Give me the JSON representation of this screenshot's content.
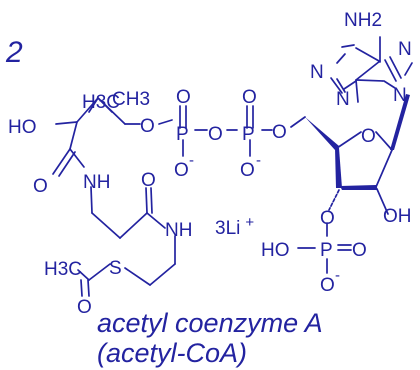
{
  "compound": {
    "number": "2",
    "name_line1": "acetyl coenzyme A",
    "name_line2": "(acetyl-CoA)",
    "counterion": "3Li",
    "counterion_charge": "+"
  },
  "atoms": {
    "nh2": "NH2",
    "h3c_gem": "H3C",
    "ch3_gem": "CH3",
    "ho": "HO",
    "o_ether": "O",
    "p1": "P",
    "p1_o_top": "O",
    "p1_o_bottom": "O",
    "o_bridge": "O",
    "p2": "P",
    "p2_o_top": "O",
    "p2_o_bottom": "O",
    "o_5prime": "O",
    "o_ring": "O",
    "o_amide1": "O",
    "nh_1": "NH",
    "o_amide2": "O",
    "nh_2": "NH",
    "h3c_acetyl": "H3C",
    "s": "S",
    "o_acetyl": "O",
    "o_3prime": "O",
    "oh": "OH",
    "ho_phos": "HO",
    "p3": "P",
    "p3_o_double": "O",
    "p3_o_bottom": "O",
    "minus": "-",
    "n_left": "N",
    "n_top": "N",
    "n_bottom": "N",
    "n_9": "N"
  },
  "colors": {
    "ink": "#2323a0",
    "background": "#ffffff"
  }
}
